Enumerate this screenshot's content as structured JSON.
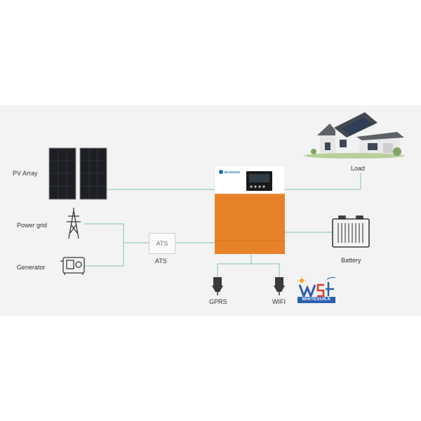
{
  "labels": {
    "pv_array": "PV Array",
    "power_grid": "Power grid",
    "generator": "Generator",
    "ats_box": "ATS",
    "ats": "ATS",
    "load": "Load",
    "battery": "Battery",
    "gprs": "GPRS",
    "wifi": "WIFI"
  },
  "inverter_brand": "BLUESUN",
  "watermark": "WHITESUN.K",
  "colors": {
    "panel_bg": "#f3f3f3",
    "connector": "#7fc7a5",
    "inverter_body": "#e8822a",
    "inverter_top": "#ffffff",
    "display": "#1a1a1a",
    "solar_cell": "#1d1f24",
    "watermark_blue": "#2b5fb0"
  }
}
